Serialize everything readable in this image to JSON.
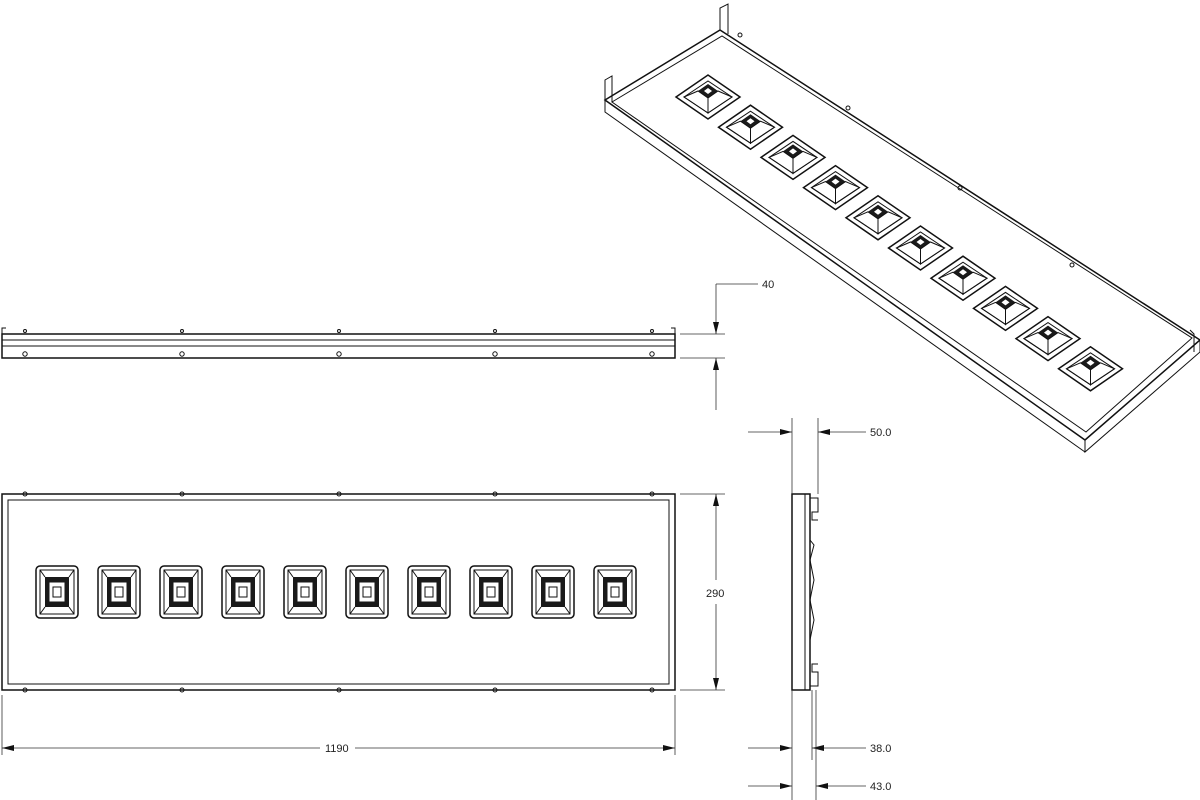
{
  "drawing": {
    "module_count": 10,
    "dimensions": {
      "depth": "40",
      "width": "290",
      "length": "1190",
      "side_flange": "50.0",
      "side_inner": "38.0",
      "side_outer": "43.0"
    },
    "colors": {
      "line": "#111111",
      "background": "#ffffff",
      "fill_dark": "#1a1a1a"
    }
  }
}
